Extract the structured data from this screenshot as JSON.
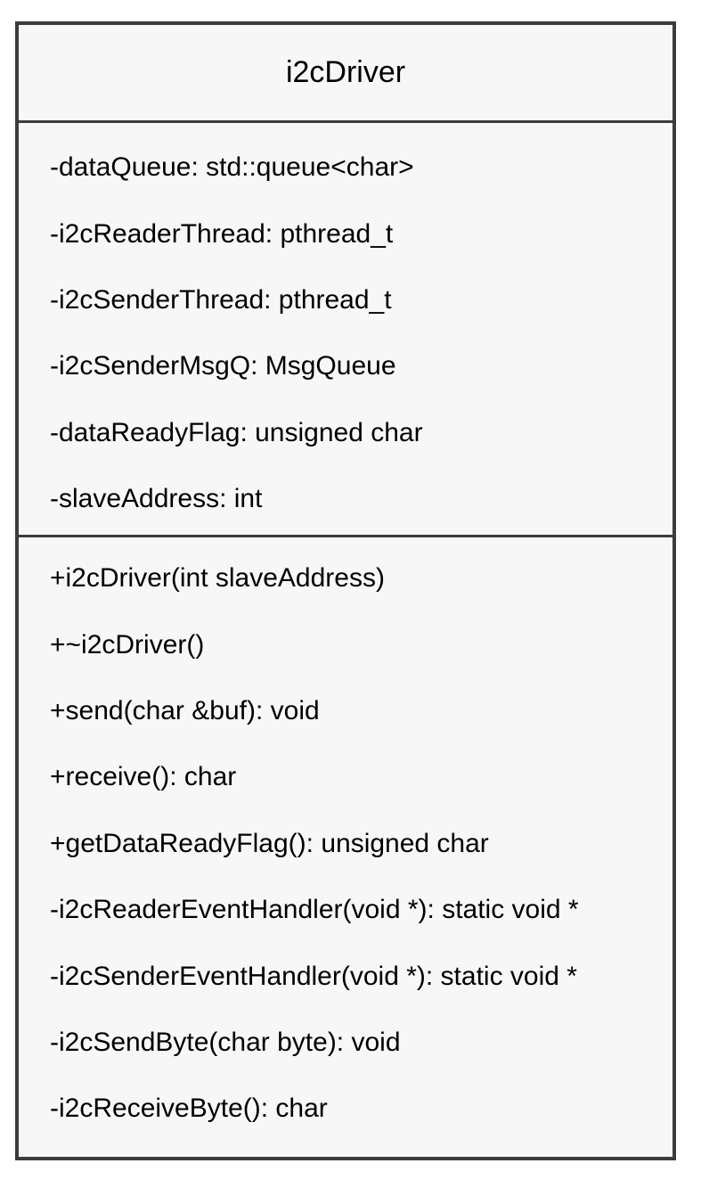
{
  "class": {
    "name": "i2cDriver",
    "attributes": [
      "-dataQueue: std::queue<char>",
      "-i2cReaderThread: pthread_t",
      "-i2cSenderThread: pthread_t",
      "-i2cSenderMsgQ: MsgQueue",
      "-dataReadyFlag: unsigned char",
      "-slaveAddress: int"
    ],
    "methods": [
      "+i2cDriver(int slaveAddress)",
      "+~i2cDriver()",
      "+send(char &buf): void",
      "+receive(): char",
      "+getDataReadyFlag(): unsigned char",
      "-i2cReaderEventHandler(void *): static void *",
      "-i2cSenderEventHandler(void *): static void *",
      "-i2cSendByte(char byte): void",
      "-i2cReceiveByte(): char"
    ]
  },
  "colors": {
    "border": "#3c3c3c",
    "fill": "#f7f7f7",
    "text": "#000000"
  }
}
